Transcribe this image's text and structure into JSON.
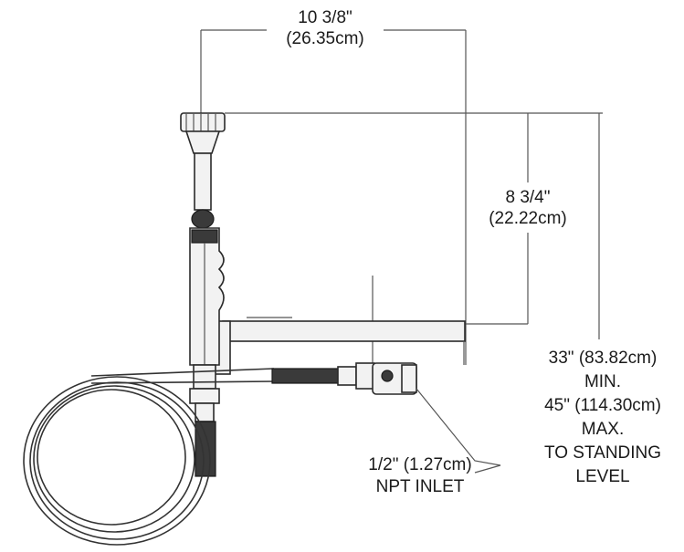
{
  "dimensions": {
    "width": {
      "fraction": "10 3/8\"",
      "metric": "(26.35cm)"
    },
    "height": {
      "fraction": "8 3/4\"",
      "metric": "(22.22cm)"
    },
    "mounting": {
      "lines": [
        "33\" (83.82cm)",
        "MIN.",
        "45\" (114.30cm)",
        "MAX.",
        "TO STANDING",
        "LEVEL"
      ]
    }
  },
  "inlet": {
    "lines": [
      "1/2\" (1.27cm)",
      "NPT INLET"
    ]
  }
}
